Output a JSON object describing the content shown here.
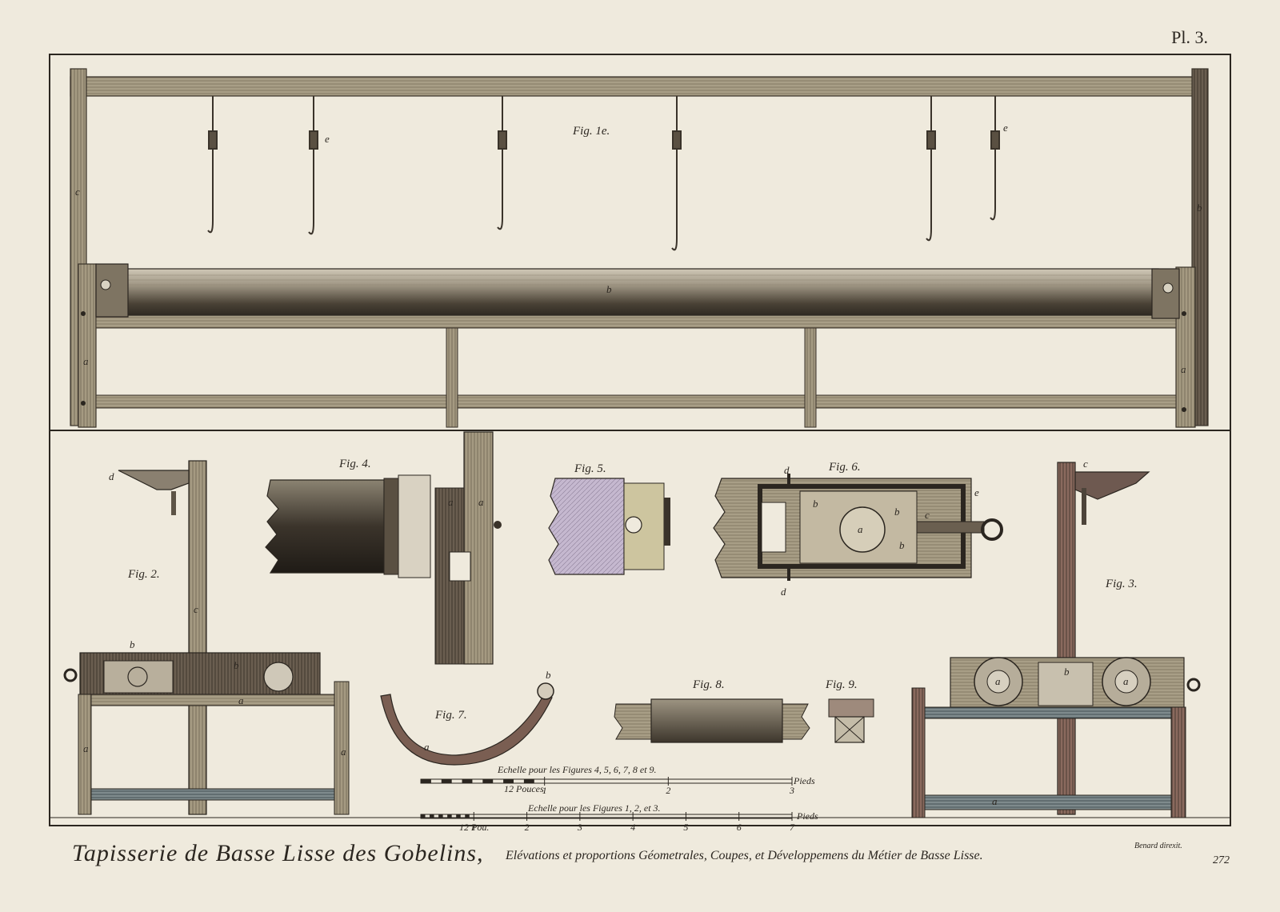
{
  "plate": {
    "number": "Pl. 3.",
    "title_main": "Tapisserie de Basse Lisse des Gobelins,",
    "title_sub": "Elévations et proportions Géometrales, Coupes, et Développemens du Métier de Basse Lisse.",
    "engraver": "Benard direxit.",
    "page_number": "272"
  },
  "figures": {
    "fig1": "Fig. 1e.",
    "fig2": "Fig. 2.",
    "fig3": "Fig. 3.",
    "fig4": "Fig. 4.",
    "fig5": "Fig. 5.",
    "fig6": "Fig. 6.",
    "fig7": "Fig. 7.",
    "fig8": "Fig. 8.",
    "fig9": "Fig. 9."
  },
  "letters": {
    "a": "a",
    "b": "b",
    "c": "c",
    "d": "d",
    "e": "e"
  },
  "scale1": {
    "caption": "Echelle pour les Figures 4, 5, 6, 7, 8 et 9.",
    "left_unit": "12 Pouces",
    "right_unit": "Pieds",
    "ticks": [
      "1",
      "2",
      "3"
    ]
  },
  "scale2": {
    "caption": "Echelle pour les Figures 1, 2, et 3.",
    "left_unit": "12 Pou.",
    "right_unit": "Pieds",
    "ticks": [
      "1",
      "2",
      "3",
      "4",
      "5",
      "6",
      "7"
    ]
  },
  "colors": {
    "paper": "#efeadd",
    "ink": "#2b2620",
    "wood": "#9a8e7a",
    "wood_dark": "#4e4638",
    "wood_red": "#7d5c52",
    "wood_blue": "#5c6c74",
    "lavender": "#b9a9c6"
  }
}
